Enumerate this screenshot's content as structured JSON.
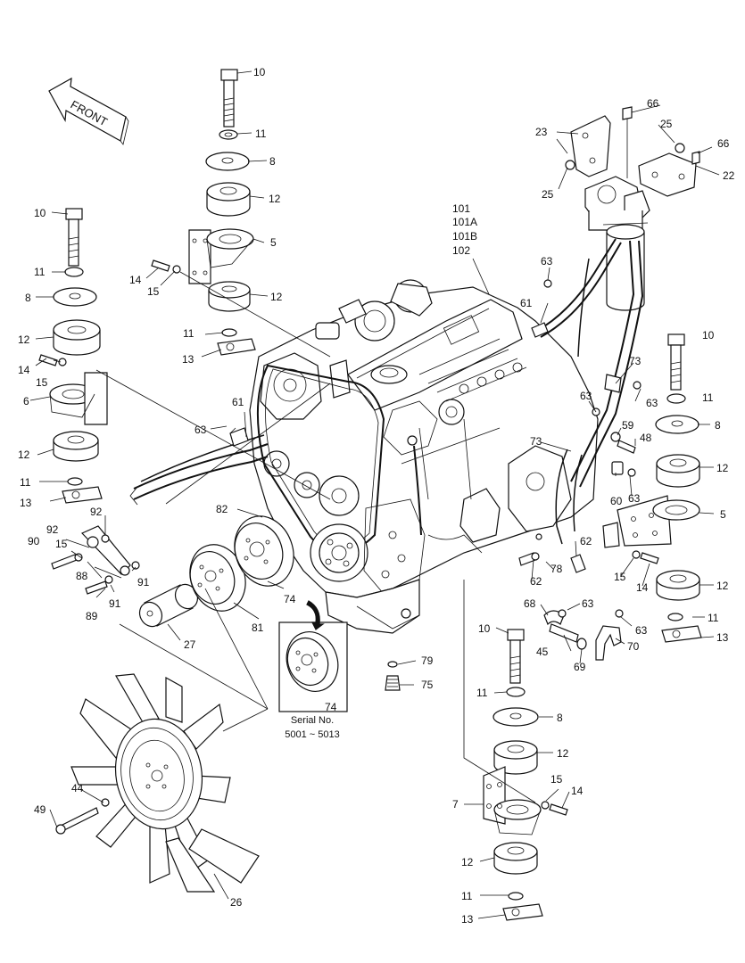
{
  "direction_label": "FRONT",
  "serial_note": {
    "line1": "Serial No.",
    "line2": "5001 ~ 5013"
  },
  "callouts": {
    "c_10a": "10",
    "c_11a": "11",
    "c_8a": "8",
    "c_12a": "12",
    "c_5a": "5",
    "c_12b": "12",
    "c_14a": "14",
    "c_15a": "15",
    "c_11b": "11",
    "c_13a": "13",
    "c_10b": "10",
    "c_11c": "11",
    "c_8b": "8",
    "c_12c": "12",
    "c_14b": "14",
    "c_15b": "15",
    "c_6": "6",
    "c_12d": "12",
    "c_11d": "11",
    "c_13b": "13",
    "c_92a": "92",
    "c_92b": "92",
    "c_15c": "15",
    "c_90": "90",
    "c_88": "88",
    "c_91a": "91",
    "c_91b": "91",
    "c_89": "89",
    "c_27": "27",
    "c_81": "81",
    "c_74a": "74",
    "c_74b": "74",
    "c_82": "82",
    "c_61a": "61",
    "c_63a": "63",
    "c_101": "101",
    "c_101a": "101A",
    "c_101b": "101B",
    "c_102": "102",
    "c_63b": "63",
    "c_61b": "61",
    "c_23": "23",
    "c_66a": "66",
    "c_25a": "25",
    "c_66b": "66",
    "c_22": "22",
    "c_25b": "25",
    "c_73a": "73",
    "c_63c": "63",
    "c_63d": "63",
    "c_59": "59",
    "c_48": "48",
    "c_73b": "73",
    "c_60": "60",
    "c_63e": "63",
    "c_10c": "10",
    "c_11e": "11",
    "c_8c": "8",
    "c_12e": "12",
    "c_5b": "5",
    "c_15d": "15",
    "c_14c": "14",
    "c_12f": "12",
    "c_11f": "11",
    "c_13c": "13",
    "c_62a": "62",
    "c_78": "78",
    "c_62b": "62",
    "c_68": "68",
    "c_63f": "63",
    "c_63g": "63",
    "c_45": "45",
    "c_69": "69",
    "c_70": "70",
    "c_79": "79",
    "c_75": "75",
    "c_10d": "10",
    "c_11g": "11",
    "c_8d": "8",
    "c_12g": "12",
    "c_7": "7",
    "c_15e": "15",
    "c_14d": "14",
    "c_12h": "12",
    "c_11h": "11",
    "c_13d": "13",
    "c_44": "44",
    "c_49": "49",
    "c_26": "26"
  }
}
